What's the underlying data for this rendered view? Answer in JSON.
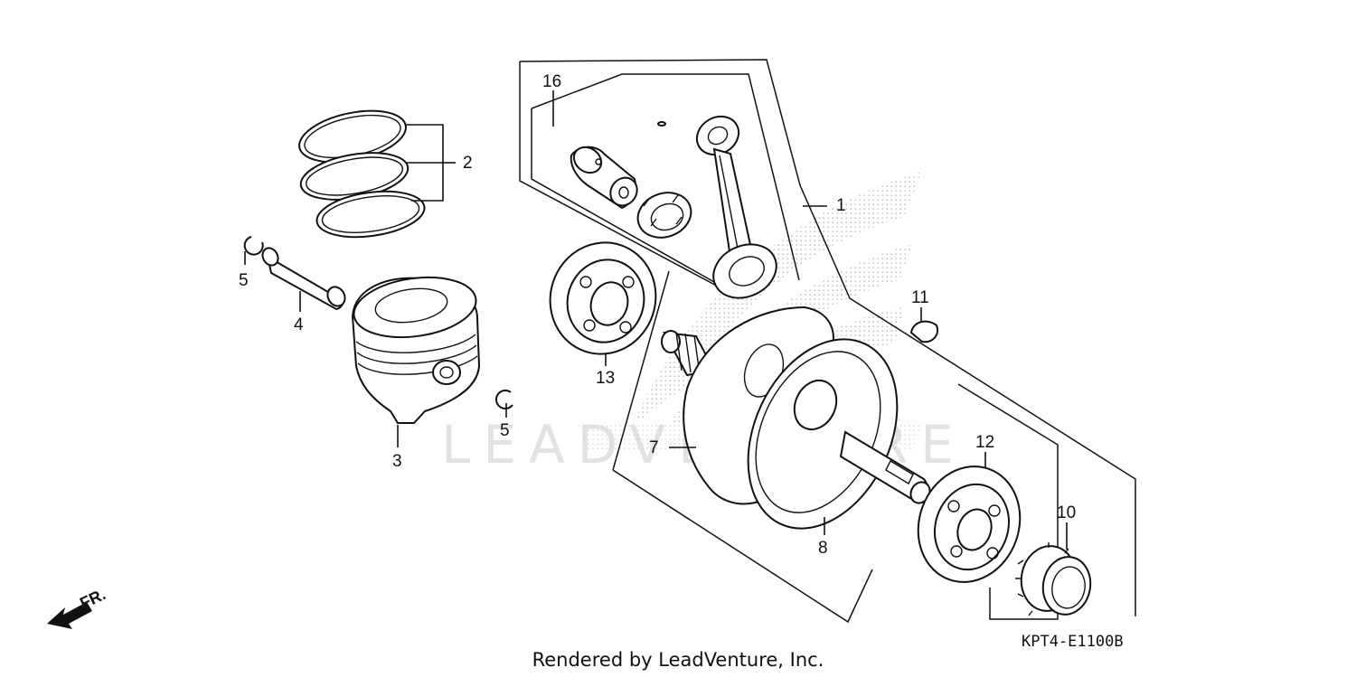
{
  "callouts": {
    "c1": "1",
    "c2": "2",
    "c3": "3",
    "c4": "4",
    "c5a": "5",
    "c5b": "5",
    "c7": "7",
    "c8": "8",
    "c10": "10",
    "c11": "11",
    "c12": "12",
    "c13": "13",
    "c16": "16"
  },
  "direction_label": "FR.",
  "diagram_code": "KPT4-E1100B",
  "credit": "Rendered by LeadVenture, Inc.",
  "watermark": "LEADVENTURE",
  "colors": {
    "line": "#111111",
    "watermark": "#cfcfcf",
    "background": "#ffffff"
  }
}
